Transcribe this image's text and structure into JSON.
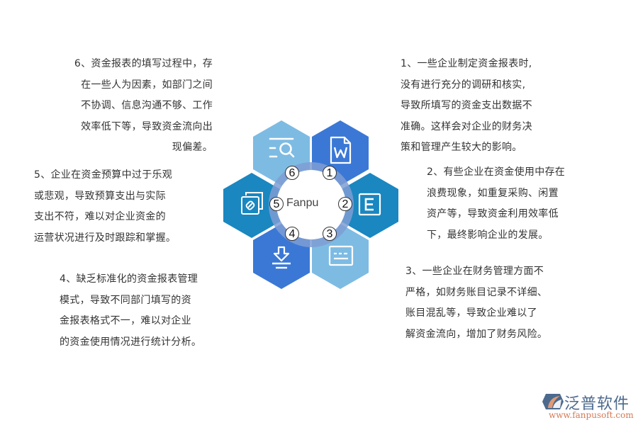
{
  "diagram": {
    "center_label": "Fanpu",
    "colors": {
      "light_blue": "#7dbbe3",
      "blue": "#3b78d6",
      "teal": "#1a87c0",
      "ring": "#8aa9d8",
      "center": "#ffffff"
    },
    "segments": [
      {
        "number": "1",
        "icon": "word-document-icon",
        "color": "#3b78d6"
      },
      {
        "number": "2",
        "icon": "excel-e-icon",
        "color": "#1a87c0"
      },
      {
        "number": "3",
        "icon": "card-form-icon",
        "color": "#7dbbe3"
      },
      {
        "number": "4",
        "icon": "download-icon",
        "color": "#3b78d6"
      },
      {
        "number": "5",
        "icon": "link-copy-icon",
        "color": "#1a87c0"
      },
      {
        "number": "6",
        "icon": "search-list-icon",
        "color": "#7dbbe3"
      }
    ]
  },
  "points": {
    "p1": {
      "lines": [
        "1、一些企业制定资金报表时,",
        "没有进行充分的调研和核实,",
        "导致所填写的资金支出数据不",
        "准确。这样会对企业的财务决",
        "策和管理产生较大的影响。"
      ]
    },
    "p2": {
      "lines": [
        "2、有些企业在资金使用中存在",
        "浪费现象，如重复采购、闲置",
        "资产等，导致资金利用效率低",
        "下，最终影响企业的发展。"
      ]
    },
    "p3": {
      "lines": [
        "3、一些企业在财务管理方面不",
        "严格，如财务账目记录不详细、",
        "账目混乱等，导致企业难以了",
        "解资金流向，增加了财务风险。"
      ]
    },
    "p4": {
      "lines": [
        "4、缺乏标准化的资金报表管理",
        "模式，导致不同部门填写的资",
        "金报表格式不一，难以对企业",
        "的资金使用情况进行统计分析。"
      ]
    },
    "p5": {
      "lines": [
        "5、企业在资金预算中过于乐观",
        "或悲观，导致预算支出与实际",
        "支出不符，难以对企业资金的",
        "运营状况进行及时跟踪和掌握。"
      ]
    },
    "p6": {
      "lines": [
        "6、资金报表的填写过程中，存",
        "在一些人为因素，如部门之间",
        "不协调、信息沟通不够、工作",
        "效率低下等，导致资金流向出",
        "现偏差。"
      ]
    }
  },
  "logo": {
    "name": "泛普软件",
    "url": "www.fanpusoft.com"
  }
}
